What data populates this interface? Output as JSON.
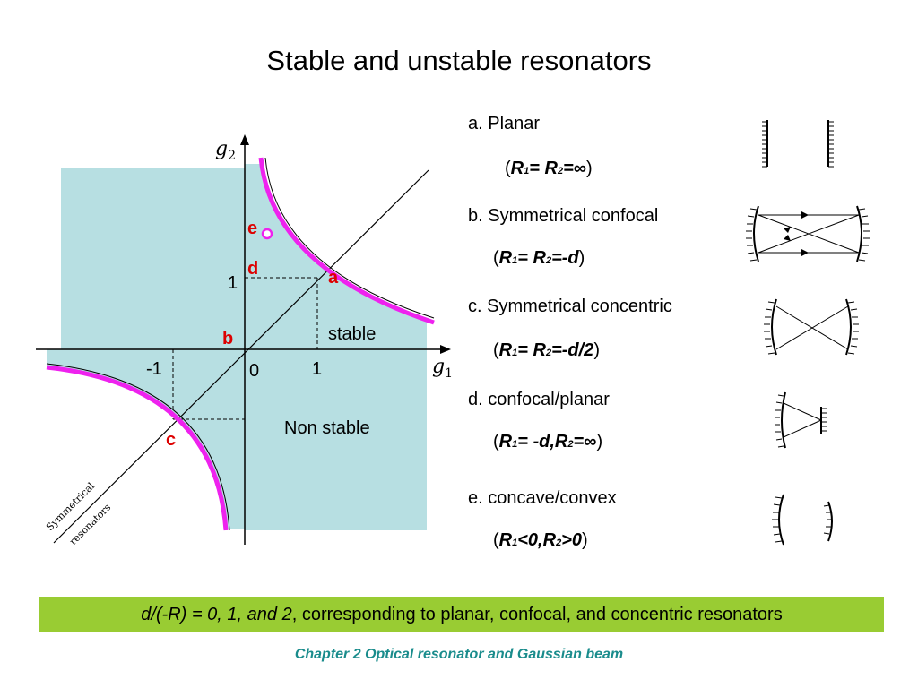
{
  "slide": {
    "title": "Stable and unstable resonators",
    "footer": "Chapter 2  Optical resonator and Gaussian beam"
  },
  "diagram": {
    "axis_y_label": "g",
    "axis_y_sub": "2",
    "axis_x_label": "g",
    "axis_x_sub": "1",
    "tick_one_y": "1",
    "tick_neg_one_x": "-1",
    "tick_zero": "0",
    "tick_one_x": "1",
    "region_stable": "stable",
    "region_non_stable": "Non stable",
    "point_a": "a",
    "point_b": "b",
    "point_c": "c",
    "point_d": "d",
    "point_e": "e",
    "line_label_1": "Symmetrical",
    "line_label_2": "resonators",
    "colors": {
      "stable_fill": "#b7dfe2",
      "hyperbola": "#ee22ee",
      "point_label": "#dd0000",
      "note_bg": "#99cc33",
      "footer": "#1a8c8c"
    }
  },
  "resonators": [
    {
      "label": "a.  Planar",
      "formula_pre": "(",
      "r1": "R",
      "s1": "1",
      "mid": "= R",
      "s2": "2",
      "post": "=∞",
      "close": ")"
    },
    {
      "label": "b. Symmetrical confocal",
      "formula_pre": "(",
      "r1": "R",
      "s1": "1",
      "mid": "= R",
      "s2": "2",
      "post": "=-d",
      "close": ")"
    },
    {
      "label": "c. Symmetrical concentric",
      "formula_pre": "(",
      "r1": "R",
      "s1": "1",
      "mid": "= R",
      "s2": "2",
      "post": "=-d/2",
      "close": ")"
    },
    {
      "label": "d. confocal/planar",
      "formula_pre": "(",
      "r1": "R",
      "s1": "1",
      "mid": "= -d,R",
      "s2": "2",
      "post": "=∞",
      "close": ")"
    },
    {
      "label": "e. concave/convex",
      "formula_pre": "(",
      "r1": "R",
      "s1": "1",
      "mid": "<0,R",
      "s2": "2",
      "post": ">0",
      "close": ")"
    }
  ],
  "note": {
    "italic_part": "d/(-R) = 0, 1, and 2",
    "rest": ", corresponding to planar, confocal, and concentric resonators"
  }
}
